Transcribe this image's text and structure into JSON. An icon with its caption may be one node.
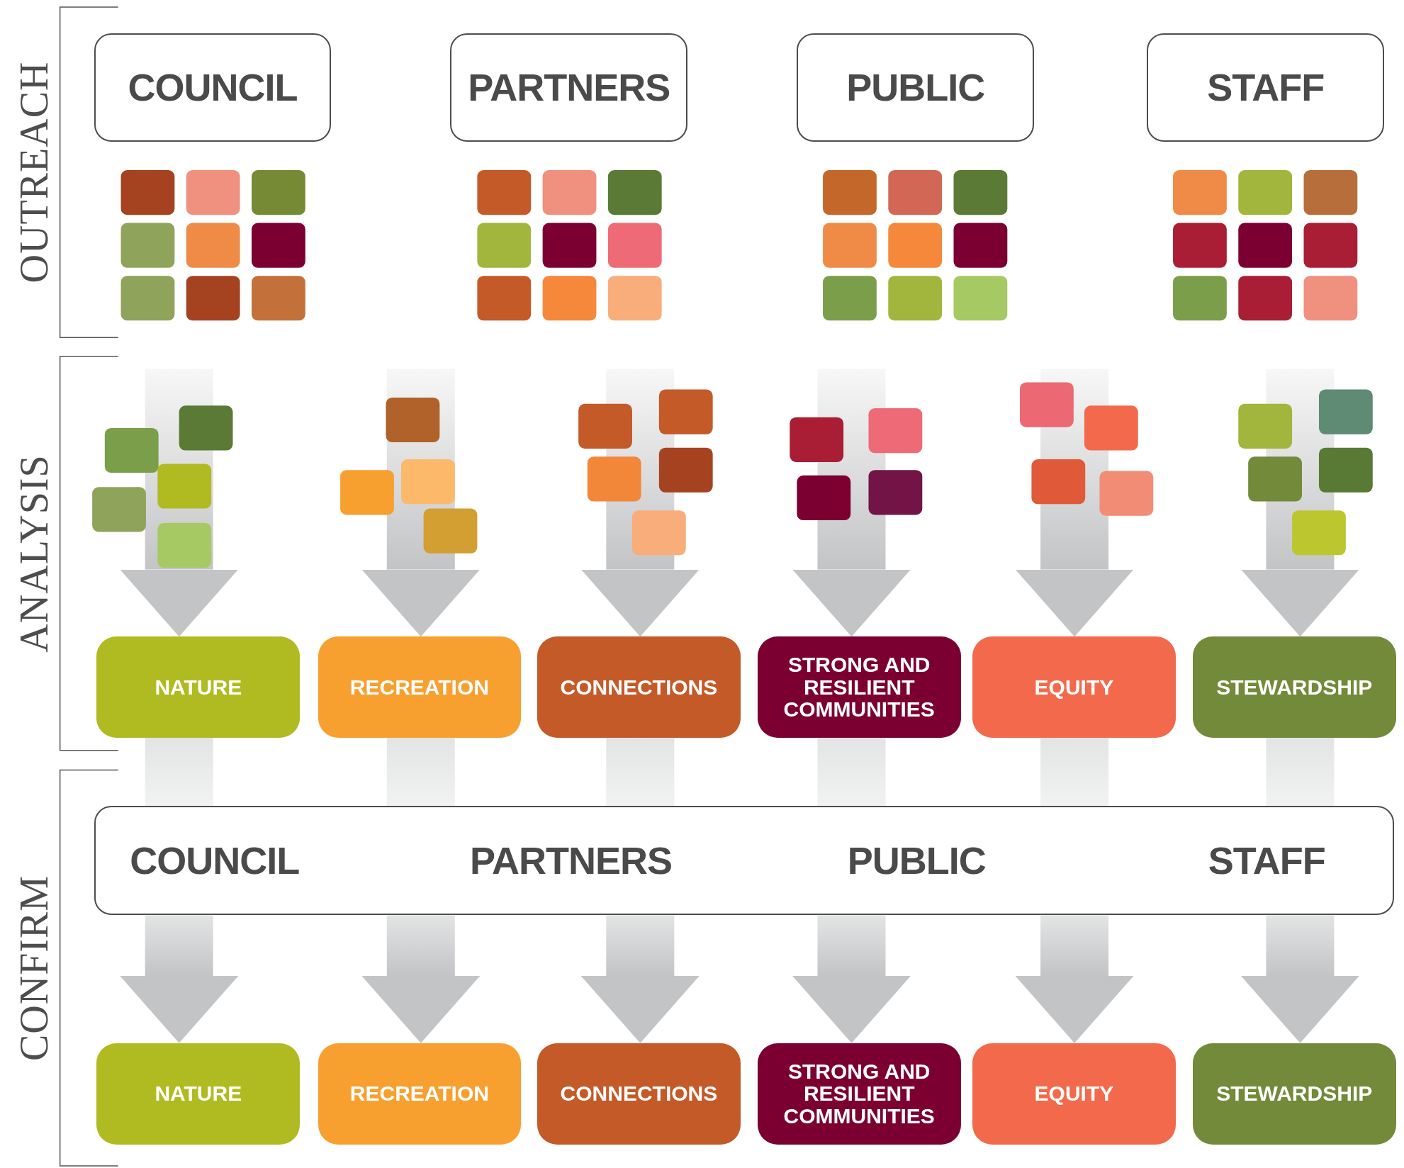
{
  "diagram": {
    "nodes": [
      {
        "text": [
          "COUNCIL"
        ]
      },
      {
        "text": [
          "PARTNERS"
        ]
      },
      {
        "text": [
          "PUBLIC"
        ]
      },
      {
        "text": [
          "STAFF"
        ]
      },
      {
        "text": [
          "NATURE"
        ]
      },
      {
        "text": [
          "RECREATION"
        ]
      },
      {
        "text": [
          "CONNECTIONS"
        ]
      },
      {
        "text": [
          "STRONG AND RESILIENT COMMUNITIES"
        ]
      },
      {
        "text": [
          "EQUITY"
        ]
      },
      {
        "text": [
          "STEWARDSHIP"
        ]
      },
      {
        "text": [
          "COUNCIL",
          "PARTNERS",
          "PUBLIC",
          "STAFF"
        ]
      },
      {
        "text": [
          "NATURE"
        ]
      },
      {
        "text": [
          "RECREATION"
        ]
      },
      {
        "text": [
          "CONNECTIONS"
        ]
      },
      {
        "text": [
          "STRONG AND RESILIENT COMMUNITIES"
        ]
      },
      {
        "text": [
          "EQUITY"
        ]
      },
      {
        "text": [
          "STEWARDSHIP"
        ]
      }
    ],
    "edges": [
      {
        "from": null,
        "to": 4,
        "arrow": "to"
      },
      {
        "from": null,
        "to": 5,
        "arrow": "to"
      },
      {
        "from": null,
        "to": 6,
        "arrow": "to"
      },
      {
        "from": null,
        "to": 7,
        "arrow": "to"
      },
      {
        "from": null,
        "to": 8,
        "arrow": "to"
      },
      {
        "from": null,
        "to": 9,
        "arrow": "to"
      },
      {
        "from": 4,
        "to": 10,
        "arrow": "none"
      },
      {
        "from": 5,
        "to": 10,
        "arrow": "none"
      },
      {
        "from": 6,
        "to": 10,
        "arrow": "none"
      },
      {
        "from": 7,
        "to": 10,
        "arrow": "none"
      },
      {
        "from": 8,
        "to": 10,
        "arrow": "none"
      },
      {
        "from": 9,
        "to": 10,
        "arrow": "none"
      },
      {
        "from": 10,
        "to": 11,
        "arrow": "to"
      },
      {
        "from": 10,
        "to": 12,
        "arrow": "to"
      },
      {
        "from": 10,
        "to": 13,
        "arrow": "to"
      },
      {
        "from": 10,
        "to": 14,
        "arrow": "to"
      },
      {
        "from": 10,
        "to": 15,
        "arrow": "to"
      },
      {
        "from": 10,
        "to": 16,
        "arrow": "to"
      }
    ],
    "labels": [
      "OUTREACH",
      "ANALYSIS",
      "CONFIRM"
    ]
  }
}
